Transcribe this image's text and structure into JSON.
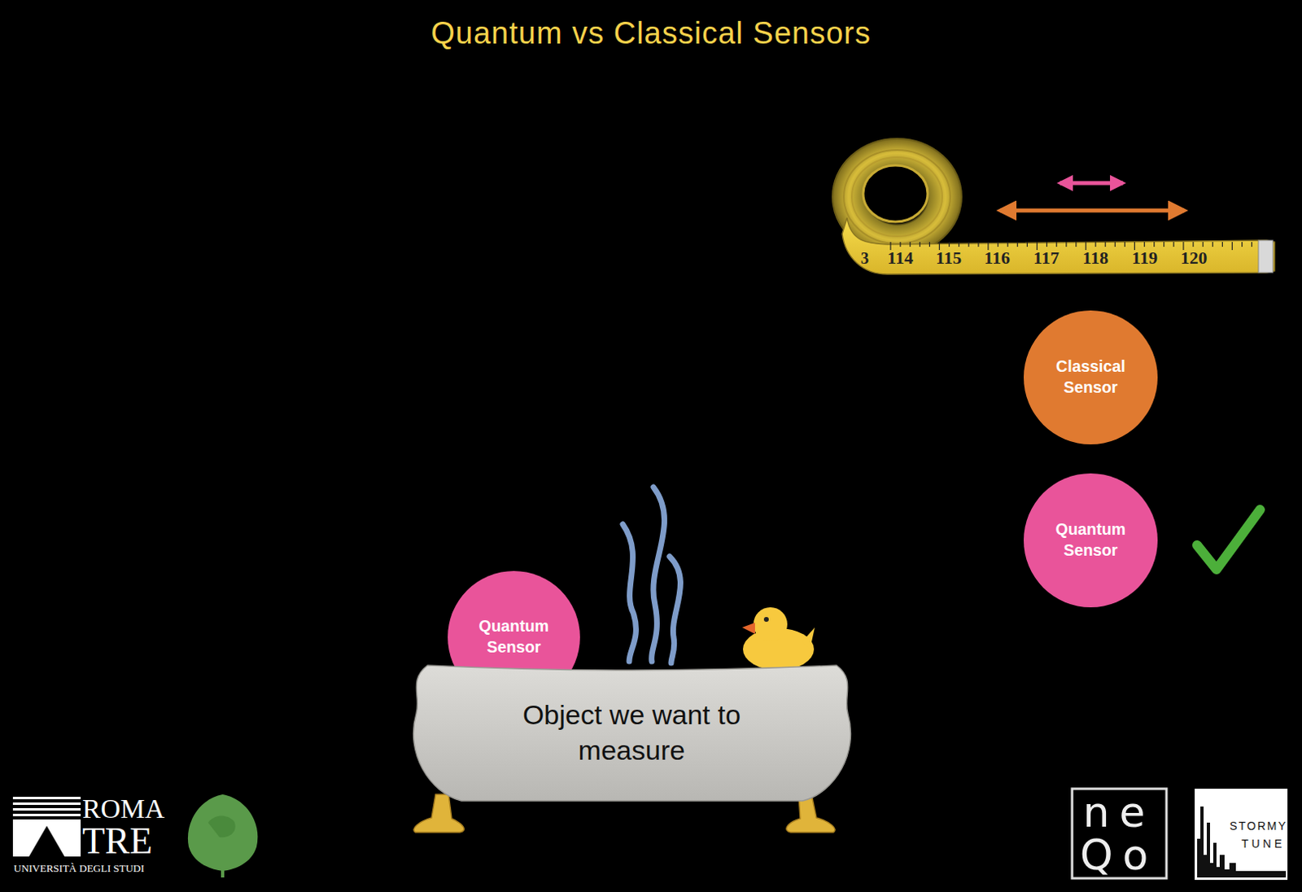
{
  "diagram": {
    "title": "Quantum vs Classical Sensors",
    "nodes": [
      {
        "text": [
          "Classical Sensor"
        ]
      },
      {
        "text": [
          "Quantum Sensor"
        ]
      },
      {
        "text": [
          "Quantum Sensor"
        ]
      },
      {
        "text": [
          "Object we want to measure"
        ]
      }
    ],
    "labels": [
      "3",
      "114",
      "115",
      "116",
      "117",
      "118",
      "119",
      "120",
      "ROMA",
      "TRE",
      "UNIVERSITÀ DEGLI STUDI",
      "ne",
      "Qo",
      "STORMY",
      "TUNE"
    ]
  }
}
